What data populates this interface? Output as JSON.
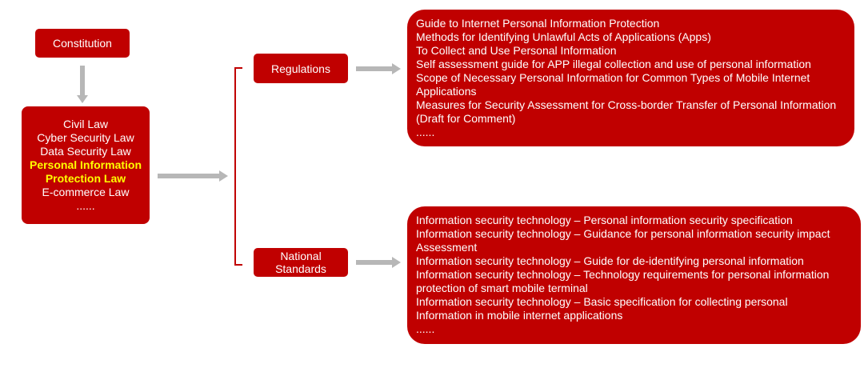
{
  "constitution": "Constitution",
  "laws": {
    "items": [
      "Civil Law",
      "Cyber Security Law",
      "Data Security Law"
    ],
    "highlight": [
      "Personal Information",
      "Protection Law"
    ],
    "items_after": [
      "E-commerce Law",
      "......"
    ]
  },
  "regulations": {
    "label": "Regulations",
    "lines": [
      "Guide to Internet Personal Information Protection",
      "Methods for Identifying Unlawful Acts of Applications (Apps)",
      "To Collect and Use Personal Information",
      "Self assessment guide for APP illegal collection and use of personal information",
      "Scope of Necessary Personal Information for Common Types of Mobile Internet",
      "Applications",
      "Measures for Security Assessment for Cross-border Transfer of Personal Information",
      "(Draft for Comment)",
      "......"
    ]
  },
  "standards": {
    "label_lines": [
      "National",
      "Standards"
    ],
    "lines": [
      "Information security technology – Personal information security specification",
      "Information security technology – Guidance for personal information security impact",
      "Assessment",
      "Information security technology – Guide for de-identifying personal information",
      "Information security technology – Technology requirements for personal information",
      "protection of smart mobile terminal",
      "Information security technology – Basic specification for collecting personal",
      "Information in mobile internet applications",
      "......"
    ]
  },
  "colors": {
    "box": "#c00000",
    "highlight": "#ffff00",
    "arrow": "#b7b7b7"
  }
}
